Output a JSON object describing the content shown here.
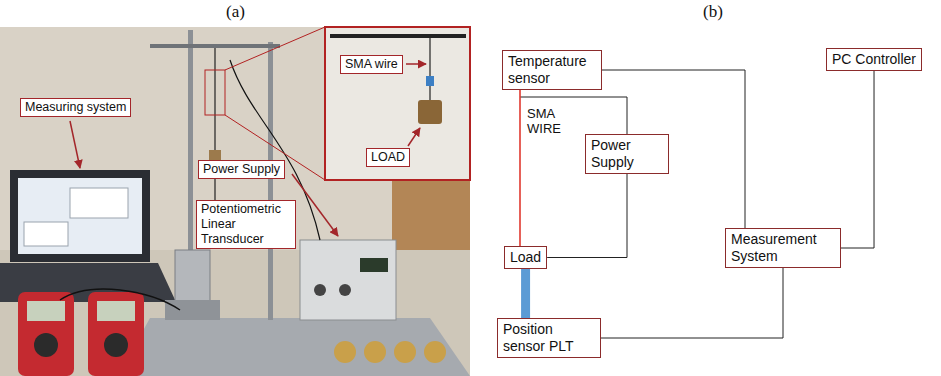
{
  "diagram": {
    "nodes": [
      {
        "text": [
          "Measuring system"
        ]
      },
      {
        "text": [
          "SMA wire"
        ]
      },
      {
        "text": [
          "Power Supply"
        ]
      },
      {
        "text": [
          "LOAD"
        ]
      },
      {
        "text": [
          "Potentiometric Linear Transducer"
        ]
      },
      {
        "text": [
          "Temperature sensor"
        ]
      },
      {
        "text": [
          "Power Supply"
        ]
      },
      {
        "text": [
          "PC Controller"
        ]
      },
      {
        "text": [
          "Load"
        ]
      },
      {
        "text": [
          "Measurement System"
        ]
      },
      {
        "text": [
          "Position sensor PLT"
        ]
      }
    ],
    "edges": [
      {
        "from": 5,
        "to": 9,
        "arrow": "none"
      },
      {
        "from": 5,
        "to": 8,
        "arrow": "none",
        "label": "SMA WIRE"
      },
      {
        "from": 6,
        "to": 8,
        "arrow": "none"
      },
      {
        "from": 8,
        "to": 10,
        "arrow": "none"
      },
      {
        "from": 10,
        "to": 9,
        "arrow": "none"
      },
      {
        "from": 7,
        "to": 9,
        "arrow": "none"
      }
    ],
    "labels": [
      "(a)",
      "(b)"
    ]
  }
}
